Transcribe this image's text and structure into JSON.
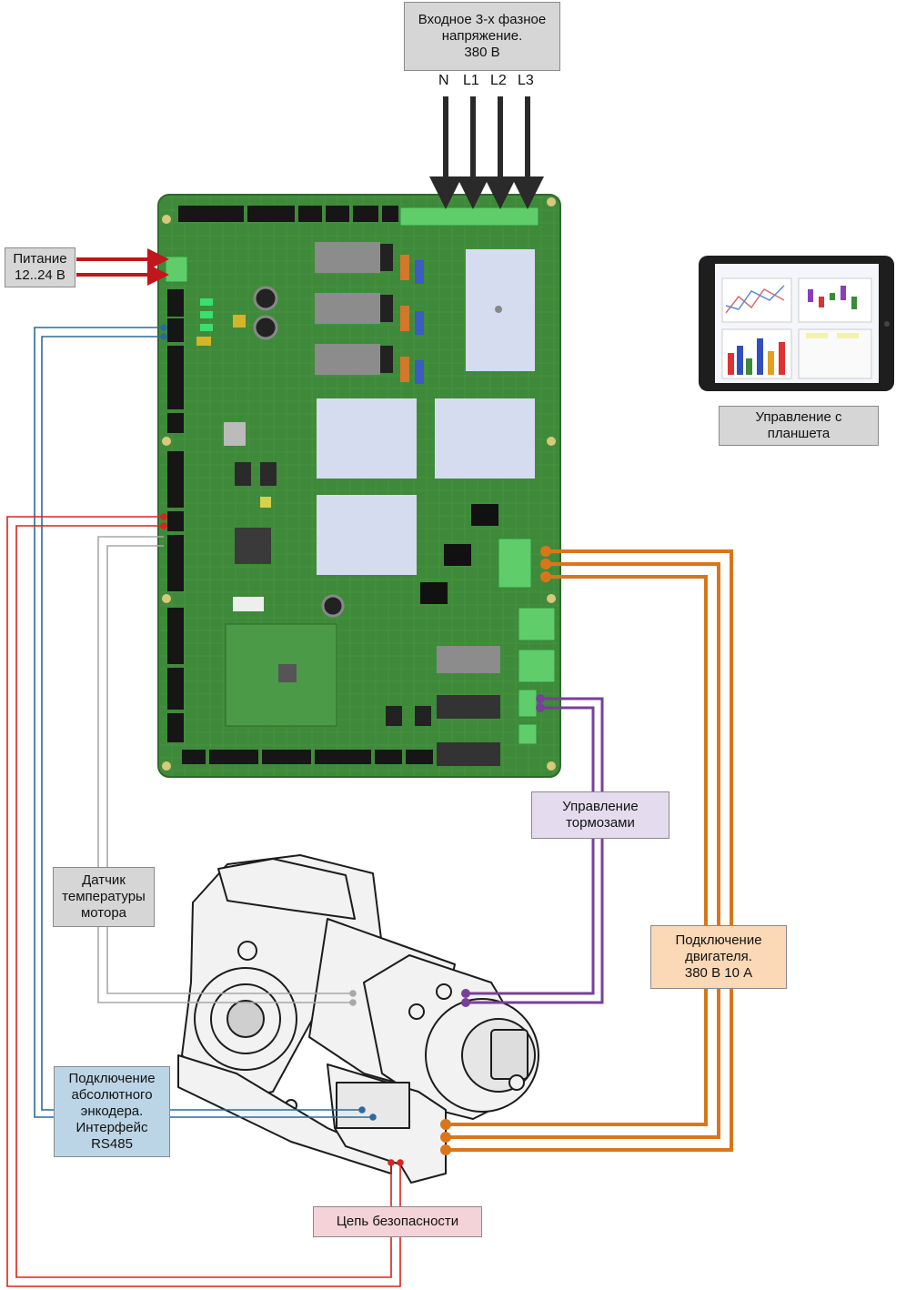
{
  "labels": {
    "input_voltage": "Входное 3-х фазное\nнапряжение.\n380 В",
    "power_supply": "Питание\n12..24 В",
    "tablet_control": "Управление с\nпланшета",
    "brake_control": "Управление\nтормозами",
    "motor_temp_sensor": "Датчик\nтемпературы\nмотора",
    "motor_connection": "Подключение\nдвигателя.\n380 В 10 А",
    "encoder_connection": "Подключение\nабсолютного\nэнкодера.\nИнтерфейс\nRS485",
    "safety_circuit": "Цепь безопасности"
  },
  "phases": [
    "N",
    "L1",
    "L2",
    "L3"
  ],
  "colors": {
    "pcb": "#3f8a3a",
    "pcb_dark": "#2c6a2a",
    "arrow_dark": "#2a2a2a",
    "arrow_red": "#c0161c",
    "wire_blue": "#2a6b9c",
    "wire_red": "#d9231f",
    "wire_gray": "#a8a8a8",
    "wire_purple": "#7a3f9a",
    "wire_orange": "#d9761c",
    "label_gray": "#d6d6d6",
    "label_lilac": "#e4dcee",
    "label_peach": "#fbd8b6",
    "label_blue": "#bcd5e6",
    "label_pink": "#f3d3d8"
  }
}
